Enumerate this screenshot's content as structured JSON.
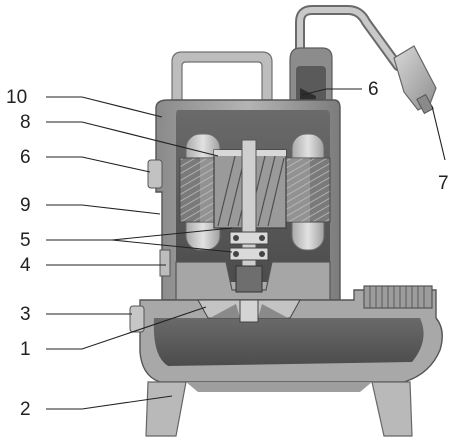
{
  "callouts": [
    {
      "id": "10",
      "label": "10"
    },
    {
      "id": "8",
      "label": "8"
    },
    {
      "id": "6a",
      "label": "6"
    },
    {
      "id": "9",
      "label": "9"
    },
    {
      "id": "5",
      "label": "5"
    },
    {
      "id": "4",
      "label": "4"
    },
    {
      "id": "3",
      "label": "3"
    },
    {
      "id": "1",
      "label": "1"
    },
    {
      "id": "2",
      "label": "2"
    },
    {
      "id": "6b",
      "label": "6"
    },
    {
      "id": "7",
      "label": "7"
    }
  ],
  "colors": {
    "casing": "#9a9a9a",
    "casing_dark": "#6e6e6e",
    "casing_light": "#d6d6d6",
    "cavity": "#5e5e5e",
    "stator": "#c8c8c8",
    "rotor": "#8c8c8c",
    "leader": "#222222"
  }
}
